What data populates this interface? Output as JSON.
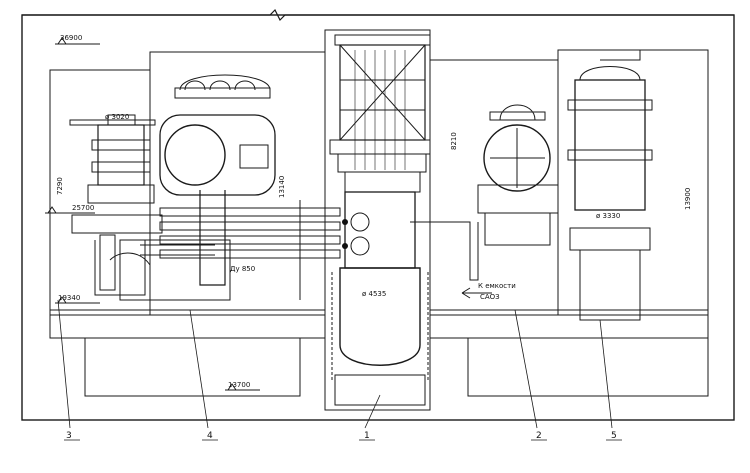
{
  "elevations": {
    "top": "36900",
    "upper": "25700",
    "lower": "19340",
    "bottom": "13700"
  },
  "dimensions": {
    "d_left_tank": "ø 3020",
    "h_left": "7290",
    "d_pipe": "Дy 850",
    "d_vessel": "ø 4535",
    "h_center": "8210",
    "h_center_b": "13140",
    "d_right_tank": "ø 3330",
    "h_right": "13900"
  },
  "notes": {
    "drain_line1": "К емкости",
    "drain_line2": "САОЗ"
  },
  "callouts": [
    "3",
    "4",
    "1",
    "2",
    "5"
  ]
}
